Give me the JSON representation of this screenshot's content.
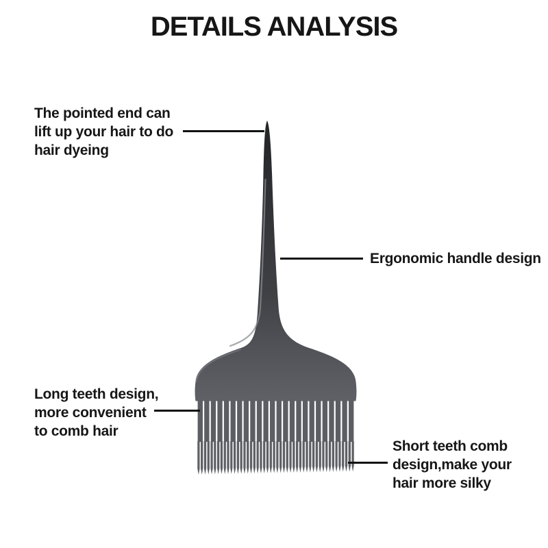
{
  "title": "DETAILS ANALYSIS",
  "annotations": {
    "pointed_end": {
      "lines": [
        "The pointed end can",
        "lift up your hair to do",
        "hair dyeing"
      ]
    },
    "handle": {
      "lines": [
        "Ergonomic handle design"
      ]
    },
    "long_teeth": {
      "lines": [
        "Long teeth design,",
        "more convenient",
        "to comb hair"
      ]
    },
    "short_teeth": {
      "lines": [
        "Short teeth comb",
        "design,make your",
        "hair more silky"
      ]
    }
  },
  "colors": {
    "background": "#ffffff",
    "text": "#161616",
    "leader_line": "#111111",
    "comb_tip": "#222426",
    "comb_handle_dark": "#303236",
    "comb_handle_mid": "#3f4145",
    "comb_body": "#515358",
    "comb_body_light": "#5f6166",
    "comb_teeth_long": "#5c5e63",
    "comb_teeth_short": "#5e6065",
    "comb_highlight": "#8a8c92"
  }
}
